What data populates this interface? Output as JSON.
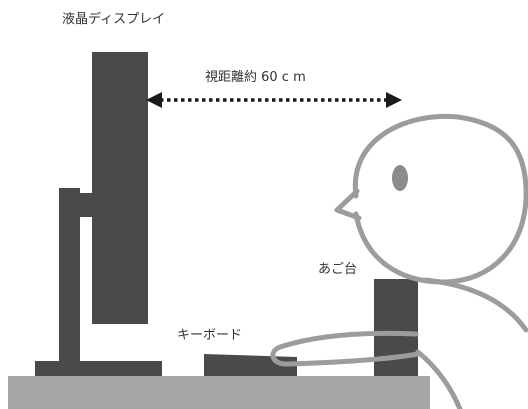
{
  "labels": {
    "monitor": "液晶ディスプレイ",
    "viewing_distance": "視距離約 60 c m",
    "chin_rest": "あご台",
    "keyboard": "キーボード"
  },
  "colors": {
    "equipment": "#4a4a4a",
    "desk": "#a7a7a7",
    "figure_outline": "#9c9c9c",
    "eye": "#8c8c8c",
    "arrow": "#1a1a1a",
    "text": "#333333"
  }
}
